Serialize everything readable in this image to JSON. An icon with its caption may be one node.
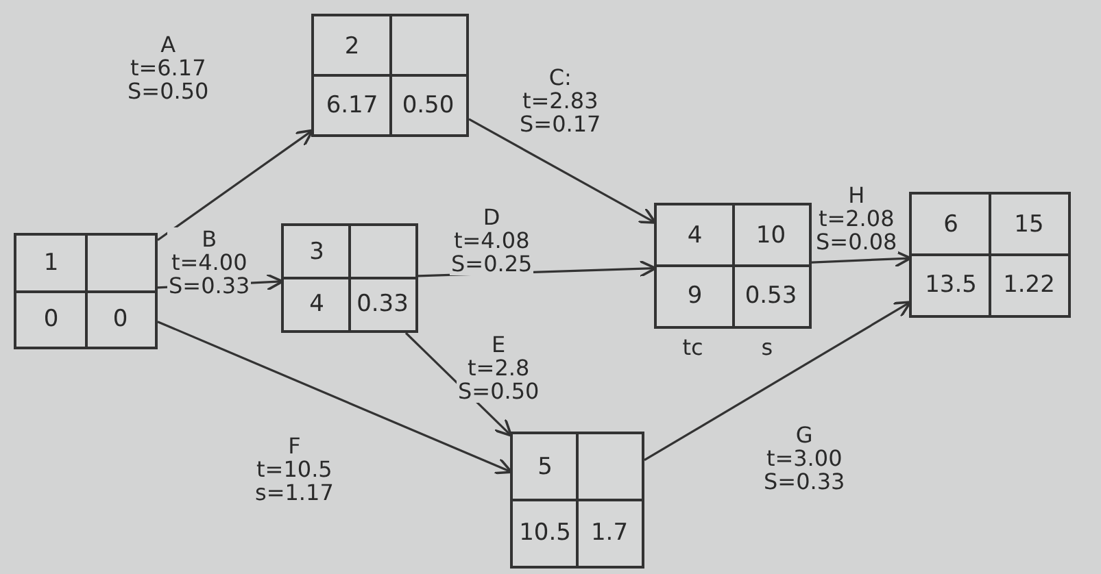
{
  "diagram": {
    "nodes": [
      {
        "text": [
          "1",
          "0",
          "0"
        ]
      },
      {
        "text": [
          "2",
          "6.17",
          "0.50"
        ]
      },
      {
        "text": [
          "3",
          "4",
          "0.33"
        ]
      },
      {
        "text": [
          "4",
          "10",
          "9",
          "0.53"
        ],
        "beside": [
          "tc",
          "s"
        ]
      },
      {
        "text": [
          "5",
          "10.5",
          "1.7"
        ]
      },
      {
        "text": [
          "6",
          "15",
          "13.5",
          "1.22"
        ]
      }
    ],
    "edges": [
      {
        "from": 0,
        "to": 1,
        "arrow": "to",
        "label": "A t=6.17 S=0.50"
      },
      {
        "from": 0,
        "to": 2,
        "arrow": "to",
        "label": "B t=4.00 S=0.33"
      },
      {
        "from": 1,
        "to": 3,
        "arrow": "to",
        "label": "C: t=2.83 S=0.17"
      },
      {
        "from": 2,
        "to": 3,
        "arrow": "to",
        "label": "D t=4.08 S=0.25"
      },
      {
        "from": 2,
        "to": 4,
        "arrow": "to",
        "label": "E t=2.8 S=0.50"
      },
      {
        "from": 0,
        "to": 4,
        "arrow": "to",
        "label": "F t=10.5 s=1.17"
      },
      {
        "from": 3,
        "to": 5,
        "arrow": "to",
        "label": "H t=2.08 S=0.08"
      },
      {
        "from": 4,
        "to": 5,
        "arrow": "to",
        "label": "G t=3.00 S=0.33"
      }
    ]
  }
}
